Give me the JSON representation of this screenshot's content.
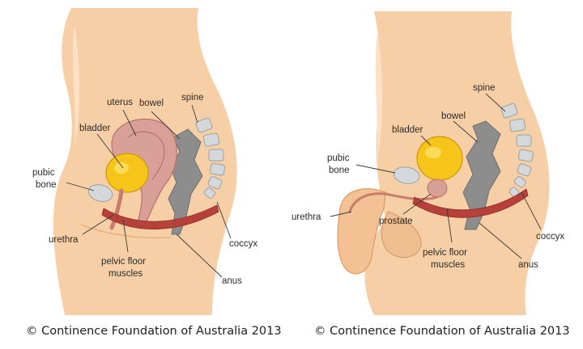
{
  "female": {
    "labels": {
      "uterus": "uterus",
      "bowel": "bowel",
      "spine": "spine",
      "bladder": "bladder",
      "pubic_bone": [
        "pubic",
        "bone"
      ],
      "urethra": "urethra",
      "pelvic_floor": [
        "pelvic floor",
        "muscles"
      ],
      "coccyx": "coccyx",
      "anus": "anus"
    },
    "caption": "© Continence Foundation of Australia 2013"
  },
  "male": {
    "labels": {
      "spine": "spine",
      "bowel": "bowel",
      "bladder": "bladder",
      "pubic_bone": [
        "pubic",
        "bone"
      ],
      "urethra": "urethra",
      "prostate": "prostate",
      "pelvic_floor": [
        "pelvic floor",
        "muscles"
      ],
      "anus": "anus",
      "coccyx": "coccyx"
    },
    "caption": "© Continence Foundation of Australia 2013"
  },
  "colors": {
    "skin": "#f6cfa6",
    "skin_dark": "#efbf92",
    "bladder": "#f7c51a",
    "uterus": "#d9a09a",
    "muscle": "#b8403a",
    "bowel": "#8d8d8d",
    "bone": "#d4d8da"
  }
}
